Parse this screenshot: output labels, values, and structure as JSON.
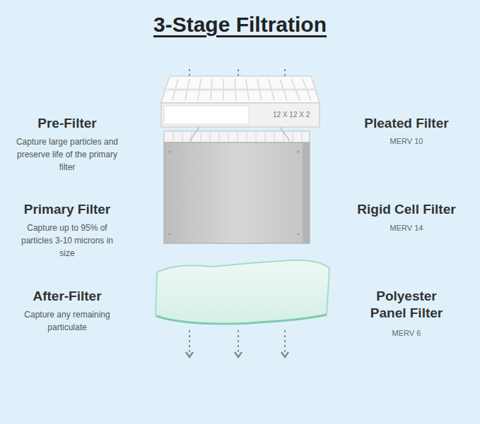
{
  "diagram": {
    "title": "3-Stage Filtration",
    "labels": [
      "Pre-Filter",
      "Capture large particles and preserve life of the primary filter",
      "Primary Filter",
      "Capture up to 95% of particles 3-10 microns in size",
      "After-Filter",
      "Capture any remaining particulate",
      "Pleated Filter",
      "MERV 10",
      "Rigid Cell Filter",
      "MERV 14",
      "Polyester Panel Filter",
      "MERV 6",
      "12 X 12 X 2"
    ]
  }
}
